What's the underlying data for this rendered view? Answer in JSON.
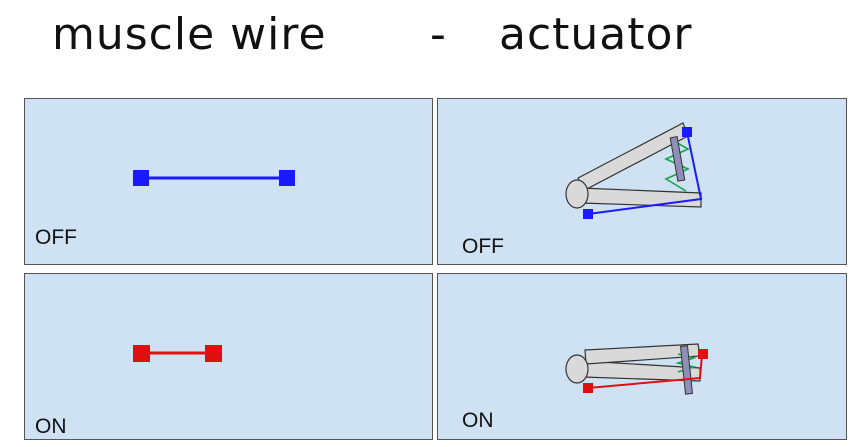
{
  "title": {
    "left": "muscle wire",
    "separator": "-",
    "right": "actuator"
  },
  "panels": {
    "wire_off": {
      "label": "OFF"
    },
    "actuator_off": {
      "label": "OFF"
    },
    "wire_on": {
      "label": "ON"
    },
    "actuator_on": {
      "label": "ON"
    }
  },
  "colors": {
    "panel_bg": "#cfe2f3",
    "wire_off": "#1a1aff",
    "wire_on": "#e01010",
    "spring": "#1aa34a",
    "arm": "#d9d9d9",
    "bolt": "#8e8eb8"
  }
}
